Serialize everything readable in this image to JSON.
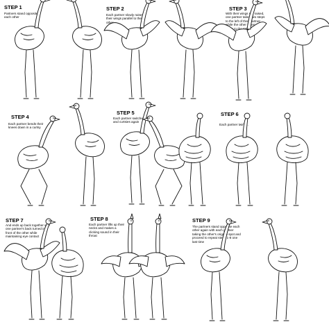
{
  "steps": [
    {
      "title": "STEP 1",
      "description": "Partners stand opposite\neach other"
    },
    {
      "title": "STEP 2",
      "description": "Each partner slowly raises\ntheir wings parallel to the\nother"
    },
    {
      "title": "STEP 3",
      "description": "With their wings still raised,\none partner takes two steps\nto the left of their partner\nwhile the other takes two\nsteps to the right"
    },
    {
      "title": "STEP 4",
      "description": "Each partner bends their\nknees down in a curtsy"
    },
    {
      "title": "STEP 5",
      "description": "Each partner switches sides\nand curtsies again"
    },
    {
      "title": "STEP 6",
      "description": "Each partner twirls..."
    },
    {
      "title": "STEP 7",
      "description": "And ends up back together with\none partner's back turned in\nfront of the other while\nmaintaining eye contact"
    },
    {
      "title": "STEP 8",
      "description": "Each partner lifts up their\nnecks and makes a\nclicking sound in their\nthroat"
    },
    {
      "title": "STEP 9",
      "description": "The partners stand opposite each\nother again with each partner\ntaking the other's original spot and\nproceed to repeat steps 1-8 one\nlast time"
    }
  ]
}
